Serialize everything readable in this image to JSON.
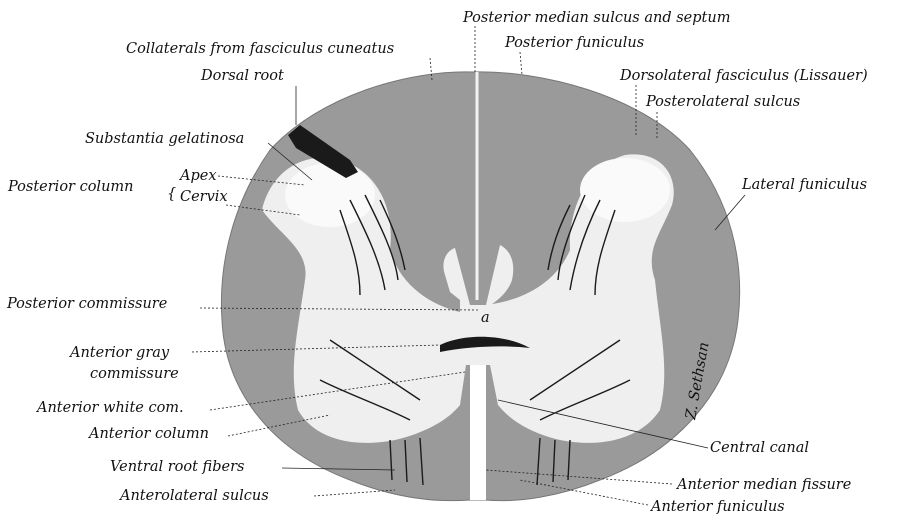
{
  "figure": {
    "colors": {
      "white_matter": "#9a9a9a",
      "gray_matter": "#efefef",
      "fiber": "#1a1a1a",
      "background": "#ffffff"
    }
  },
  "labels": {
    "posterior_median_sulcus": "Posterior median sulcus and septum",
    "posterior_funiculus": "Posterior funiculus",
    "collaterals": "Collaterals from fasciculus cuneatus",
    "dorsolateral_fasciculus": "Dorsolateral fasciculus (Lissauer)",
    "dorsal_root": "Dorsal root",
    "posterolateral_sulcus": "Posterolateral sulcus",
    "substantia_gelatinosa": "Substantia gelatinosa",
    "posterior_column": "Posterior column",
    "apex": "Apex",
    "cervix": "Cervix",
    "lateral_funiculus": "Lateral funiculus",
    "posterior_commissure": "Posterior commissure",
    "anterior_gray_1": "Anterior gray",
    "anterior_gray_2": "commissure",
    "anterior_white_com": "Anterior white com.",
    "anterior_column": "Anterior column",
    "central_canal": "Central canal",
    "ventral_root_fibers": "Ventral root fibers",
    "anterior_median_fissure": "Anterior median fissure",
    "anterolateral_sulcus": "Anterolateral sulcus",
    "anterior_funiculus": "Anterior funiculus",
    "central_canal_marker": "a",
    "artist_signature": "Z. Sethsan"
  }
}
